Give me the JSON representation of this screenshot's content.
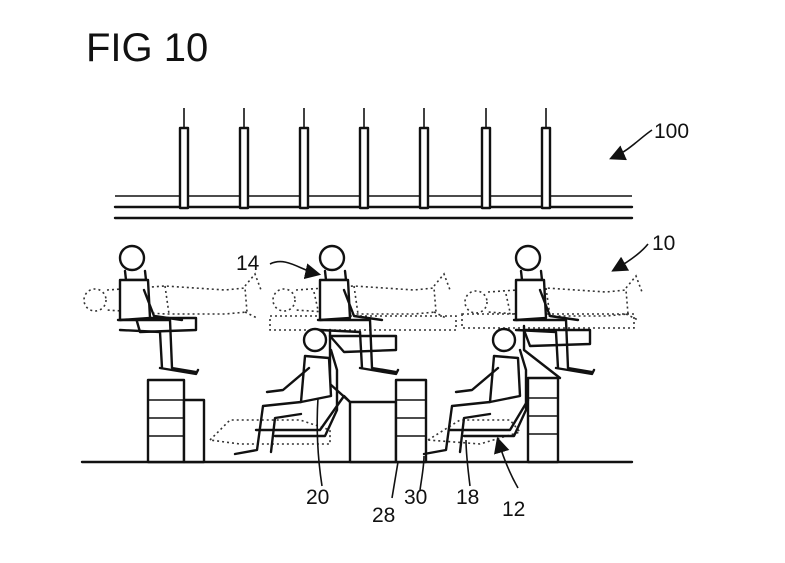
{
  "figure": {
    "title": "FIG 10",
    "labels": {
      "l100": "100",
      "l10": "10",
      "l14": "14",
      "l20": "20",
      "l28": "28",
      "l30": "30",
      "l18": "18",
      "l12": "12"
    }
  }
}
